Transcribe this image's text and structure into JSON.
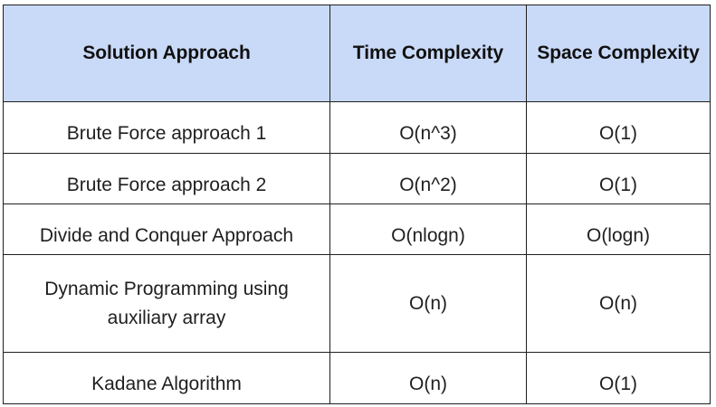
{
  "table": {
    "headers": [
      "Solution Approach",
      "Time Complexity",
      "Space Complexity"
    ],
    "rows": [
      [
        "Brute Force approach 1",
        "O(n^3)",
        "O(1)"
      ],
      [
        "Brute Force approach 2",
        "O(n^2)",
        "O(1)"
      ],
      [
        "Divide and Conquer Approach",
        "O(nlogn)",
        "O(logn)"
      ],
      [
        "Dynamic Programming using auxiliary array",
        "O(n)",
        "O(n)"
      ],
      [
        "Kadane Algorithm",
        "O(n)",
        "O(1)"
      ]
    ]
  },
  "colors": {
    "header_background": "#c9daf8",
    "border": "#1f1f1f",
    "text": "#1f1f1f"
  }
}
